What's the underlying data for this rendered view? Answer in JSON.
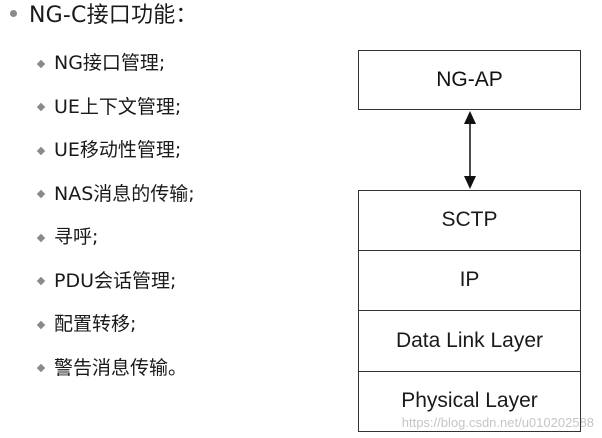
{
  "title": "NG-C接口功能：",
  "functions": [
    "NG接口管理;",
    "UE上下文管理;",
    " UE移动性管理;",
    "NAS消息的传输;",
    " 寻呼;",
    "PDU会话管理;",
    "配置转移;",
    "警告消息传输。"
  ],
  "diagram": {
    "top_box": "NG-AP",
    "stack_layers": [
      "SCTP",
      "IP",
      "Data Link Layer",
      "Physical Layer"
    ]
  },
  "watermark": "https://blog.csdn.net/u010202588"
}
